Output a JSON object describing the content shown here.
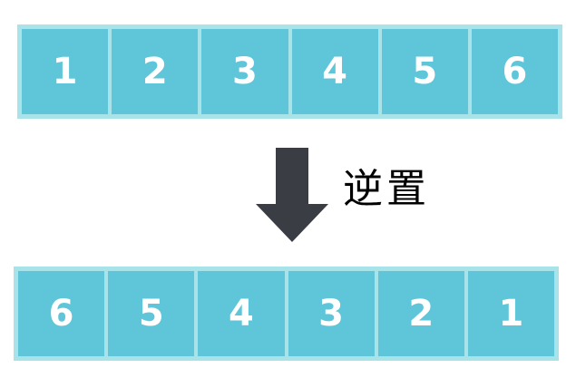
{
  "top_array": [
    "1",
    "2",
    "3",
    "4",
    "5",
    "6"
  ],
  "bottom_array": [
    "6",
    "5",
    "4",
    "3",
    "2",
    "1"
  ],
  "arrow": {
    "label": "逆置",
    "direction": "down",
    "color": "#3a3d44"
  },
  "colors": {
    "cell_fill": "#5ec6d8",
    "cell_border": "#a8e3ea",
    "cell_text": "#ffffff"
  }
}
